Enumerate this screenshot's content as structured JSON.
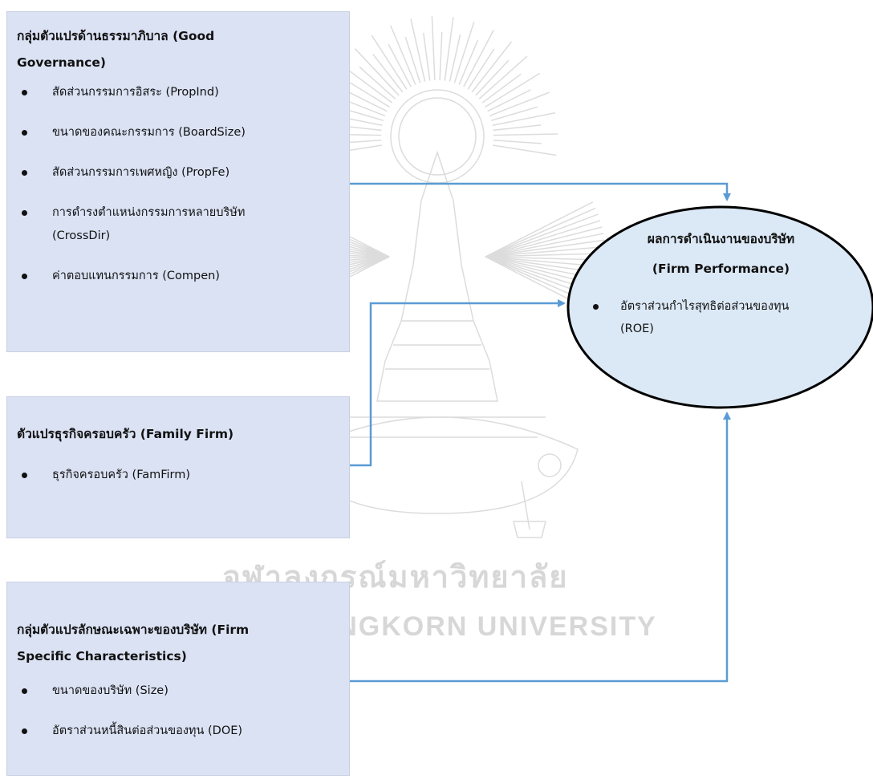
{
  "good_governance": {
    "title_line1": "กลุ่มตัวแปรด้านธรรมาภิบาล (Good",
    "title_line2": "Governance)",
    "items": [
      "สัดส่วนกรรมการอิสระ (PropInd)",
      "ขนาดของคณะกรรมการ (BoardSize)",
      "สัดส่วนกรรมการเพศหญิง (PropFe)",
      "การดำรงตำแหน่งกรรมการหลายบริษัท",
      "(CrossDir)",
      "ค่าตอบแทนกรรมการ (Compen)"
    ]
  },
  "family_firm": {
    "title": "ตัวแปรธุรกิจครอบครัว (Family Firm)",
    "items": [
      "ธุรกิจครอบครัว (FamFirm)"
    ]
  },
  "firm_specific": {
    "title_line1": "กลุ่มตัวแปรลักษณะเฉพาะของบริษัท (Firm",
    "title_line2": "Specific Characteristics)",
    "items": [
      "ขนาดของบริษัท (Size)",
      "อัตราส่วนหนี้สินต่อส่วนของทุน (DOE)"
    ]
  },
  "firm_performance": {
    "title_line1": "ผลการดำเนินงานของบริษัท",
    "title_line2": "(Firm Performance)",
    "item_line1": "อัตราส่วนกำไรสุทธิต่อส่วนของทุน",
    "item_line2": "(ROE)"
  },
  "watermark": {
    "thai": "จุฬาลงกรณ์มหาวิทยาลัย",
    "english": "CHULALONGKORN UNIVERSITY"
  },
  "colors": {
    "box_fill": "#dbe2f4",
    "ellipse_fill": "#dbe8f5",
    "arrow": "#5b9bd5",
    "watermark": "#d7d7d7"
  }
}
